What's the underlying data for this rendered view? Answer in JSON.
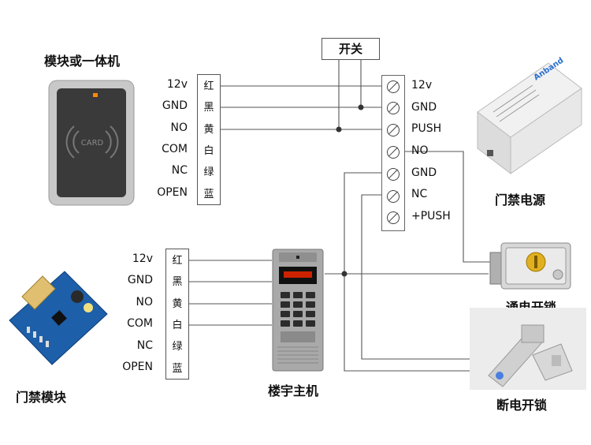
{
  "titles": {
    "reader": "模块或一体机",
    "power": "门禁电源",
    "module": "门禁模块",
    "intercom": "楼宇主机",
    "lock_on": "通电开锁",
    "lock_off": "断电开锁"
  },
  "switch_label": "开关",
  "reader": {
    "terminal_labels": [
      "12v",
      "GND",
      "NO",
      "COM",
      "NC",
      "OPEN"
    ],
    "color_labels": [
      "红",
      "黑",
      "黄",
      "白",
      "绿",
      "蓝"
    ],
    "card_text": "CARD"
  },
  "module": {
    "terminal_labels": [
      "12v",
      "GND",
      "NO",
      "COM",
      "NC",
      "OPEN"
    ],
    "color_labels": [
      "红",
      "黑",
      "黄",
      "白",
      "绿",
      "蓝"
    ]
  },
  "power_terminals": [
    "12v",
    "GND",
    "PUSH",
    "NO",
    "GND",
    "NC",
    "+PUSH"
  ],
  "power_supply": {
    "brand": "Anband"
  },
  "colors": {
    "wire": "#555555",
    "reader_body": "#3a3a3a",
    "pcb": "#1d5fa8",
    "intercom": "#a9a9a9"
  }
}
